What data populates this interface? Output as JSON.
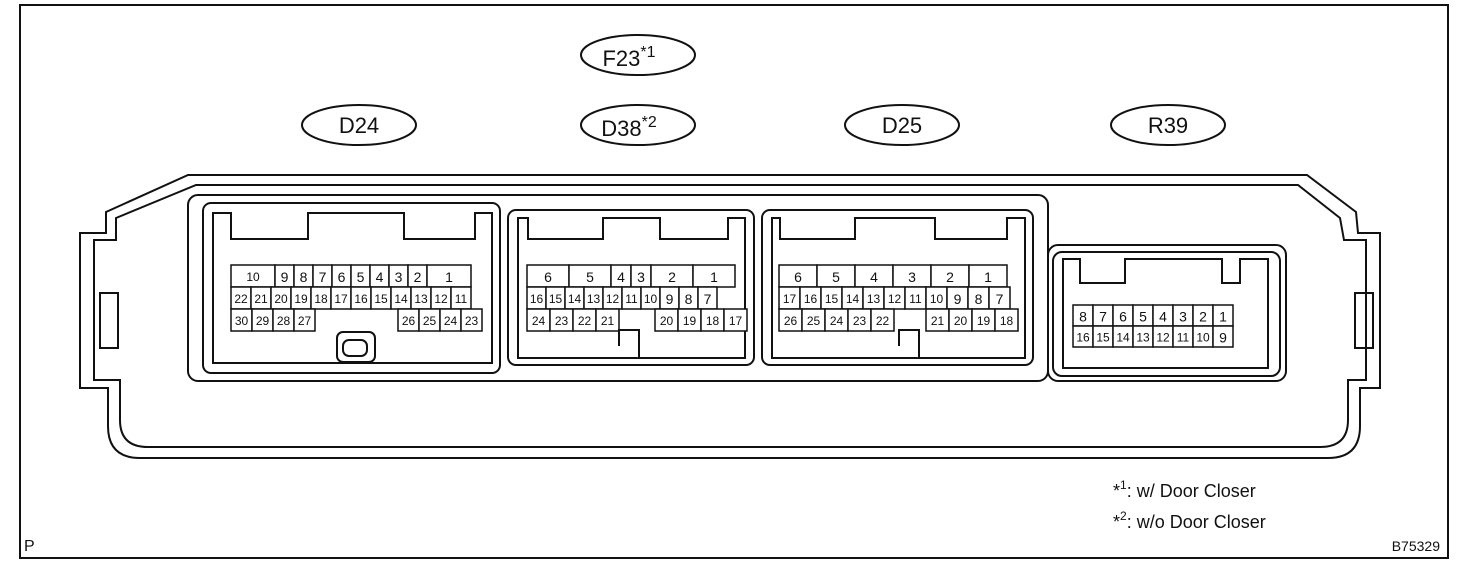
{
  "connectors": {
    "f23": {
      "name": "F23",
      "sup": "*1"
    },
    "d38": {
      "name": "D38",
      "sup": "*2"
    },
    "d24": {
      "name": "D24"
    },
    "d25": {
      "name": "D25"
    },
    "r39": {
      "name": "R39"
    }
  },
  "pins": {
    "d24": [
      [
        "10",
        "9",
        "8",
        "7",
        "6",
        "5",
        "4",
        "3",
        "2",
        "1"
      ],
      [
        "22",
        "21",
        "20",
        "19",
        "18",
        "17",
        "16",
        "15",
        "14",
        "13",
        "12",
        "11"
      ],
      [
        "30",
        "29",
        "28",
        "27",
        "26",
        "25",
        "24",
        "23"
      ]
    ],
    "d38": [
      [
        "6",
        "5",
        "4",
        "3",
        "2",
        "1"
      ],
      [
        "16",
        "15",
        "14",
        "13",
        "12",
        "11",
        "10",
        "9",
        "8",
        "7"
      ],
      [
        "24",
        "23",
        "22",
        "21",
        "20",
        "19",
        "18",
        "17"
      ]
    ],
    "d25": [
      [
        "6",
        "5",
        "4",
        "3",
        "2",
        "1"
      ],
      [
        "17",
        "16",
        "15",
        "14",
        "13",
        "12",
        "11",
        "10",
        "9",
        "8",
        "7"
      ],
      [
        "26",
        "25",
        "24",
        "23",
        "22",
        "21",
        "20",
        "19",
        "18"
      ]
    ],
    "r39": [
      [
        "8",
        "7",
        "6",
        "5",
        "4",
        "3",
        "2",
        "1"
      ],
      [
        "16",
        "15",
        "14",
        "13",
        "12",
        "11",
        "10",
        "9"
      ]
    ]
  },
  "notes": [
    {
      "mark": "*",
      "sup": "1",
      "text": ": w/ Door Closer"
    },
    {
      "mark": "*",
      "sup": "2",
      "text": ": w/o Door Closer"
    }
  ],
  "corner_letter": "P",
  "figure_id": "B75329"
}
